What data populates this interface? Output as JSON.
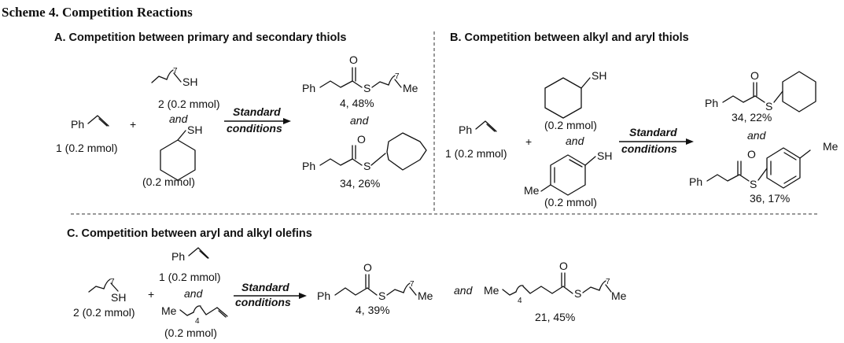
{
  "title": "Scheme 4. Competition Reactions",
  "sections": {
    "a": {
      "header": "A. Competition between primary and secondary thiols",
      "styrene": "Ph",
      "styrene_amount": "1 (0.2 mmol)",
      "plus": "+",
      "thiol2_label": "2 (0.2 mmol)",
      "and": "and",
      "cy_sh": "SH",
      "thiol_cy_amount": "(0.2 mmol)",
      "conditions_line1": "Standard",
      "conditions_line2": "conditions",
      "product1_yield": "4, 48%",
      "product2_yield": "34, 26%"
    },
    "b": {
      "header": "B. Competition between alkyl and aryl thiols",
      "styrene": "Ph",
      "styrene_amount": "1 (0.2 mmol)",
      "plus": "+",
      "cy_sh": "SH",
      "cy_amount": "(0.2 mmol)",
      "and": "and",
      "ar_sh": "SH",
      "ar_me": "Me",
      "ar_amount": "(0.2 mmol)",
      "conditions_line1": "Standard",
      "conditions_line2": "conditions",
      "product1_yield": "34, 22%",
      "product2_yield": "36, 17%",
      "product2_me": "Me"
    },
    "c": {
      "header": "C. Competition between aryl and alkyl olefins",
      "thiol2_label": "2 (0.2 mmol)",
      "plus": "+",
      "styrene": "Ph",
      "styrene_amount": "1 (0.2 mmol)",
      "and": "and",
      "alkene_me": "Me",
      "alkene_amount": "(0.2 mmol)",
      "conditions_line1": "Standard",
      "conditions_line2": "conditions",
      "product1_yield": "4, 39%",
      "mid_and": "and",
      "product2_yield": "21, 45%"
    }
  },
  "atoms": {
    "sh": "SH",
    "s": "S",
    "o": "O",
    "ph": "Ph",
    "me": "Me",
    "sub7": "7",
    "sub4": "4"
  }
}
